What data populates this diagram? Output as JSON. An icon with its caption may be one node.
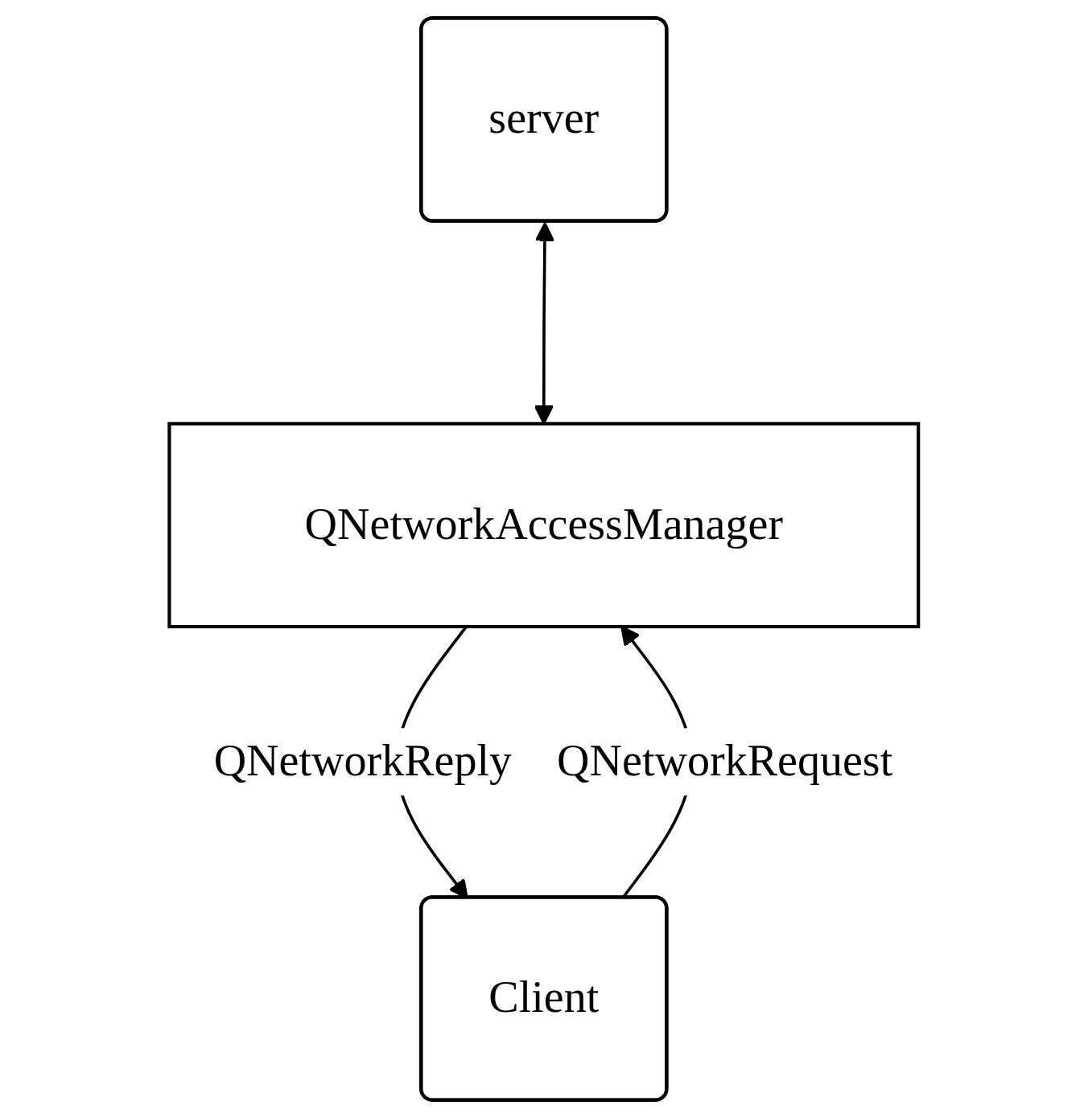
{
  "diagram": {
    "nodes": [
      {
        "text": [
          "server"
        ]
      },
      {
        "text": [
          "QNetworkAccessManager"
        ]
      },
      {
        "text": [
          "Client"
        ]
      }
    ],
    "edges": [
      {
        "from": 0,
        "to": 1,
        "arrow": "both"
      },
      {
        "from": 2,
        "to": 1,
        "arrow": "to",
        "label": "QNetworkRequest"
      },
      {
        "from": 1,
        "to": 2,
        "arrow": "to",
        "label": "QNetworkReply"
      }
    ]
  }
}
